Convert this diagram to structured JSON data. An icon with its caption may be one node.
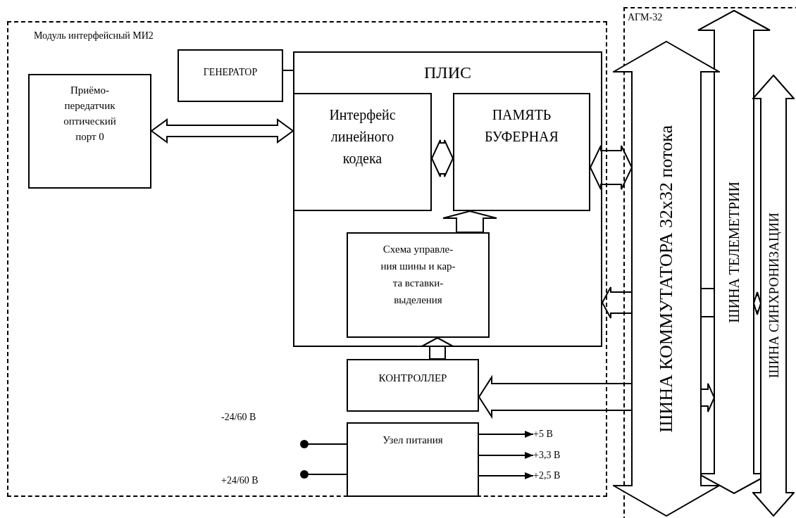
{
  "diagram": {
    "nodes": [
      {
        "text": [
          "Модуль интерфейсный МИ2"
        ]
      },
      {
        "text": [
          "Приёмо-передатчик оптический порт 0"
        ],
        "in": 0
      },
      {
        "text": [
          "ГЕНЕРАТОР"
        ],
        "in": 0
      },
      {
        "text": [
          "ПЛИС"
        ],
        "in": 0
      },
      {
        "text": [
          "Интерфейс линейного кодека"
        ],
        "in": 3
      },
      {
        "text": [
          "ПАМЯТЬ БУФЕРНАЯ"
        ],
        "in": 3
      },
      {
        "text": [
          "Схема управле- ния шины и кар- та вставки- выделения"
        ],
        "in": 3
      },
      {
        "text": [
          "КОНТРОЛЛЕР"
        ],
        "in": 0
      },
      {
        "text": [
          "Узел питания"
        ],
        "in": 0
      },
      {
        "text": [
          "АГМ-32"
        ]
      },
      {
        "text": [
          "ШИНА КОММУТАТОРА 32х32 потока"
        ]
      },
      {
        "text": [
          "ШИНА ТЕЛЕМЕТРИИ"
        ],
        "in": 9
      },
      {
        "text": [
          "ШИНА СИНХРОНИЗАЦИИ"
        ],
        "in": 9
      },
      {
        "text": [],
        "shape": "circle",
        "in": 0
      },
      {
        "text": [],
        "shape": "circle",
        "in": 0
      },
      {
        "text": [
          "+5 В"
        ],
        "in": 0
      },
      {
        "text": [
          "+3,3 В"
        ],
        "in": 0
      },
      {
        "text": [
          "+2,5 В"
        ],
        "in": 0
      }
    ],
    "edges": [
      {
        "from": 1,
        "to": 4,
        "arrow": "both",
        "style": "thick"
      },
      {
        "from": 2,
        "to": 3,
        "arrow": "none"
      },
      {
        "from": 4,
        "to": 5,
        "arrow": "both",
        "style": "thick"
      },
      {
        "from": 6,
        "to": 5,
        "arrow": "to",
        "style": "thick"
      },
      {
        "from": 7,
        "to": 6,
        "arrow": "to",
        "style": "thick"
      },
      {
        "from": 10,
        "to": 5,
        "arrow": "both",
        "style": "thick"
      },
      {
        "from": 10,
        "to": 3,
        "arrow": "to",
        "style": "thick"
      },
      {
        "from": 10,
        "to": 7,
        "arrow": "to",
        "style": "thick"
      },
      {
        "from": 10,
        "to": 11,
        "arrow": "none",
        "style": "thick"
      },
      {
        "from": 11,
        "to": 12,
        "arrow": "both",
        "style": "thick"
      },
      {
        "from": 10,
        "to": 11,
        "arrow": "to",
        "style": "thick"
      },
      {
        "from": 13,
        "to": 8,
        "arrow": "none"
      },
      {
        "from": 14,
        "to": 8,
        "arrow": "none"
      },
      {
        "from": 8,
        "to": 15,
        "arrow": "to"
      },
      {
        "from": 8,
        "to": 16,
        "arrow": "to"
      },
      {
        "from": 8,
        "to": 17,
        "arrow": "to"
      }
    ],
    "labels": [
      "-24/60 В",
      "+24/60 В"
    ]
  }
}
